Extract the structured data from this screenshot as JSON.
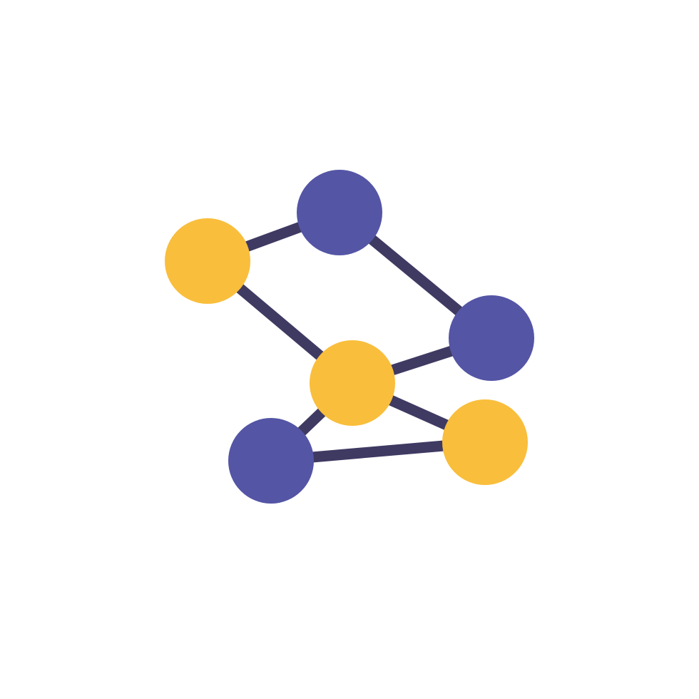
{
  "colors": {
    "background": "#ffffff",
    "link": "#3f3a62",
    "node_purple": "#5455a5",
    "node_yellow": "#f9be3c"
  },
  "icon": {
    "name": "network-graph-icon",
    "nodes": [
      {
        "id": "n1",
        "color": "node_yellow"
      },
      {
        "id": "n2",
        "color": "node_purple"
      },
      {
        "id": "n3",
        "color": "node_purple"
      },
      {
        "id": "n4",
        "color": "node_yellow"
      },
      {
        "id": "n5",
        "color": "node_purple"
      },
      {
        "id": "n6",
        "color": "node_yellow"
      }
    ],
    "links": [
      [
        "n1",
        "n2"
      ],
      [
        "n2",
        "n3"
      ],
      [
        "n1",
        "n4"
      ],
      [
        "n4",
        "n3"
      ],
      [
        "n4",
        "n5"
      ],
      [
        "n4",
        "n6"
      ],
      [
        "n5",
        "n6"
      ]
    ]
  }
}
